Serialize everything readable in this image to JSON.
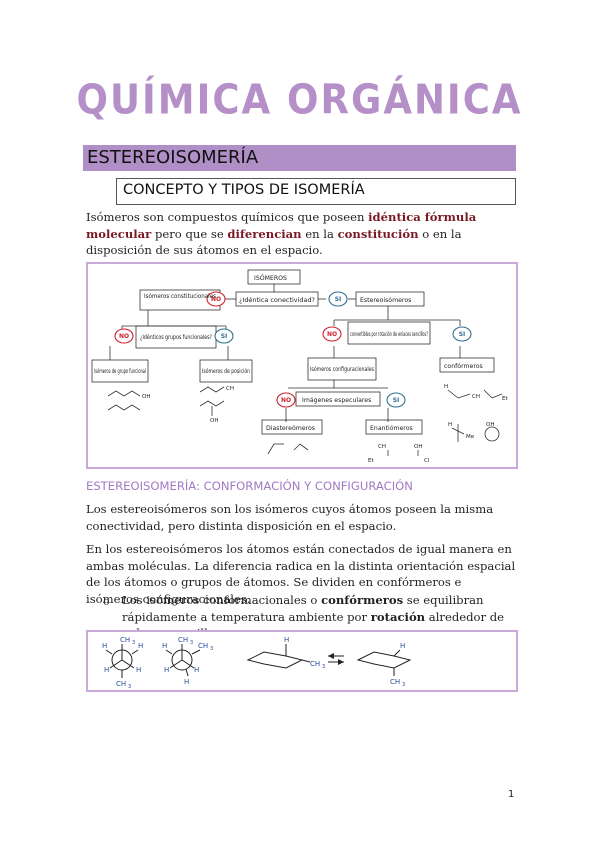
{
  "title": "QUÍMICA ORGÁNICA",
  "section": "ESTEREOISOMERÍA",
  "subsection": "CONCEPTO Y TIPOS DE ISOMERÍA",
  "intro": {
    "p1a": "Isómeros son compuestos químicos que poseen ",
    "p1b": "idéntica fórmula molecular",
    "p1c": " pero que se ",
    "p1d": "diferencian",
    "p1e": " en la ",
    "p1f": "constitución",
    "p1g": " o en la disposición de sus átomos en el espacio."
  },
  "diagram": {
    "isomeros": "ISÓMEROS",
    "isomeros_const": "Isómeros constitucionales",
    "no": "NO",
    "si": "SI",
    "q_conectividad": "¿Idéntica conectividad?",
    "estereoisomeros": "Estereoisómeros",
    "q_grupos": "¿Idénticos grupos funcionales?",
    "q_rotacion": "convertibles por rotación de enlaces sencillos?",
    "grupo_funcional": "Isómeros de grupo funcional",
    "posicion": "Isómeros de posición",
    "configuracionales": "Isómeros configuracionales",
    "conformeros": "confórmeros",
    "q_especulares": "Imágenes especulares",
    "diastereomeros": "Diastereómeros",
    "enantiomeros": "Enantiómeros",
    "oh": "OH",
    "ch": "CH",
    "h": "H",
    "cl": "Cl",
    "et": "Et",
    "me": "Me"
  },
  "h3": "ESTEREOISOMERÍA: CONFORMACIÓN Y CONFIGURACIÓN",
  "p2": "Los estereoisómeros son los isómeros cuyos átomos poseen la misma conectividad, pero distinta disposición en el espacio.",
  "p3": "En los estereoisómeros los átomos están conectados de igual manera en ambas moléculas. La diferencia radica en la distinta orientación espacial de los átomos o grupos de átomos. Se dividen en confórmeros e isómeros configuracionales.",
  "bullet": {
    "marker": "o",
    "a": "Los isómeros conformacionales o ",
    "b": "confórmeros",
    "c": " se equilibran rápidamente a temperatura ambiente por ",
    "d": "rotación",
    "e": " alrededor de enlaces sencillos."
  },
  "fig2": {
    "ch3": "CH",
    "sub3": "3",
    "h": "H"
  },
  "page_number": "1",
  "colors": {
    "accent": "#b08fc6",
    "title": "#b48fc8",
    "subhead": "#a07ac2",
    "no": "#d0212d",
    "si": "#2f6f8f",
    "emph": "#7a1a24"
  }
}
